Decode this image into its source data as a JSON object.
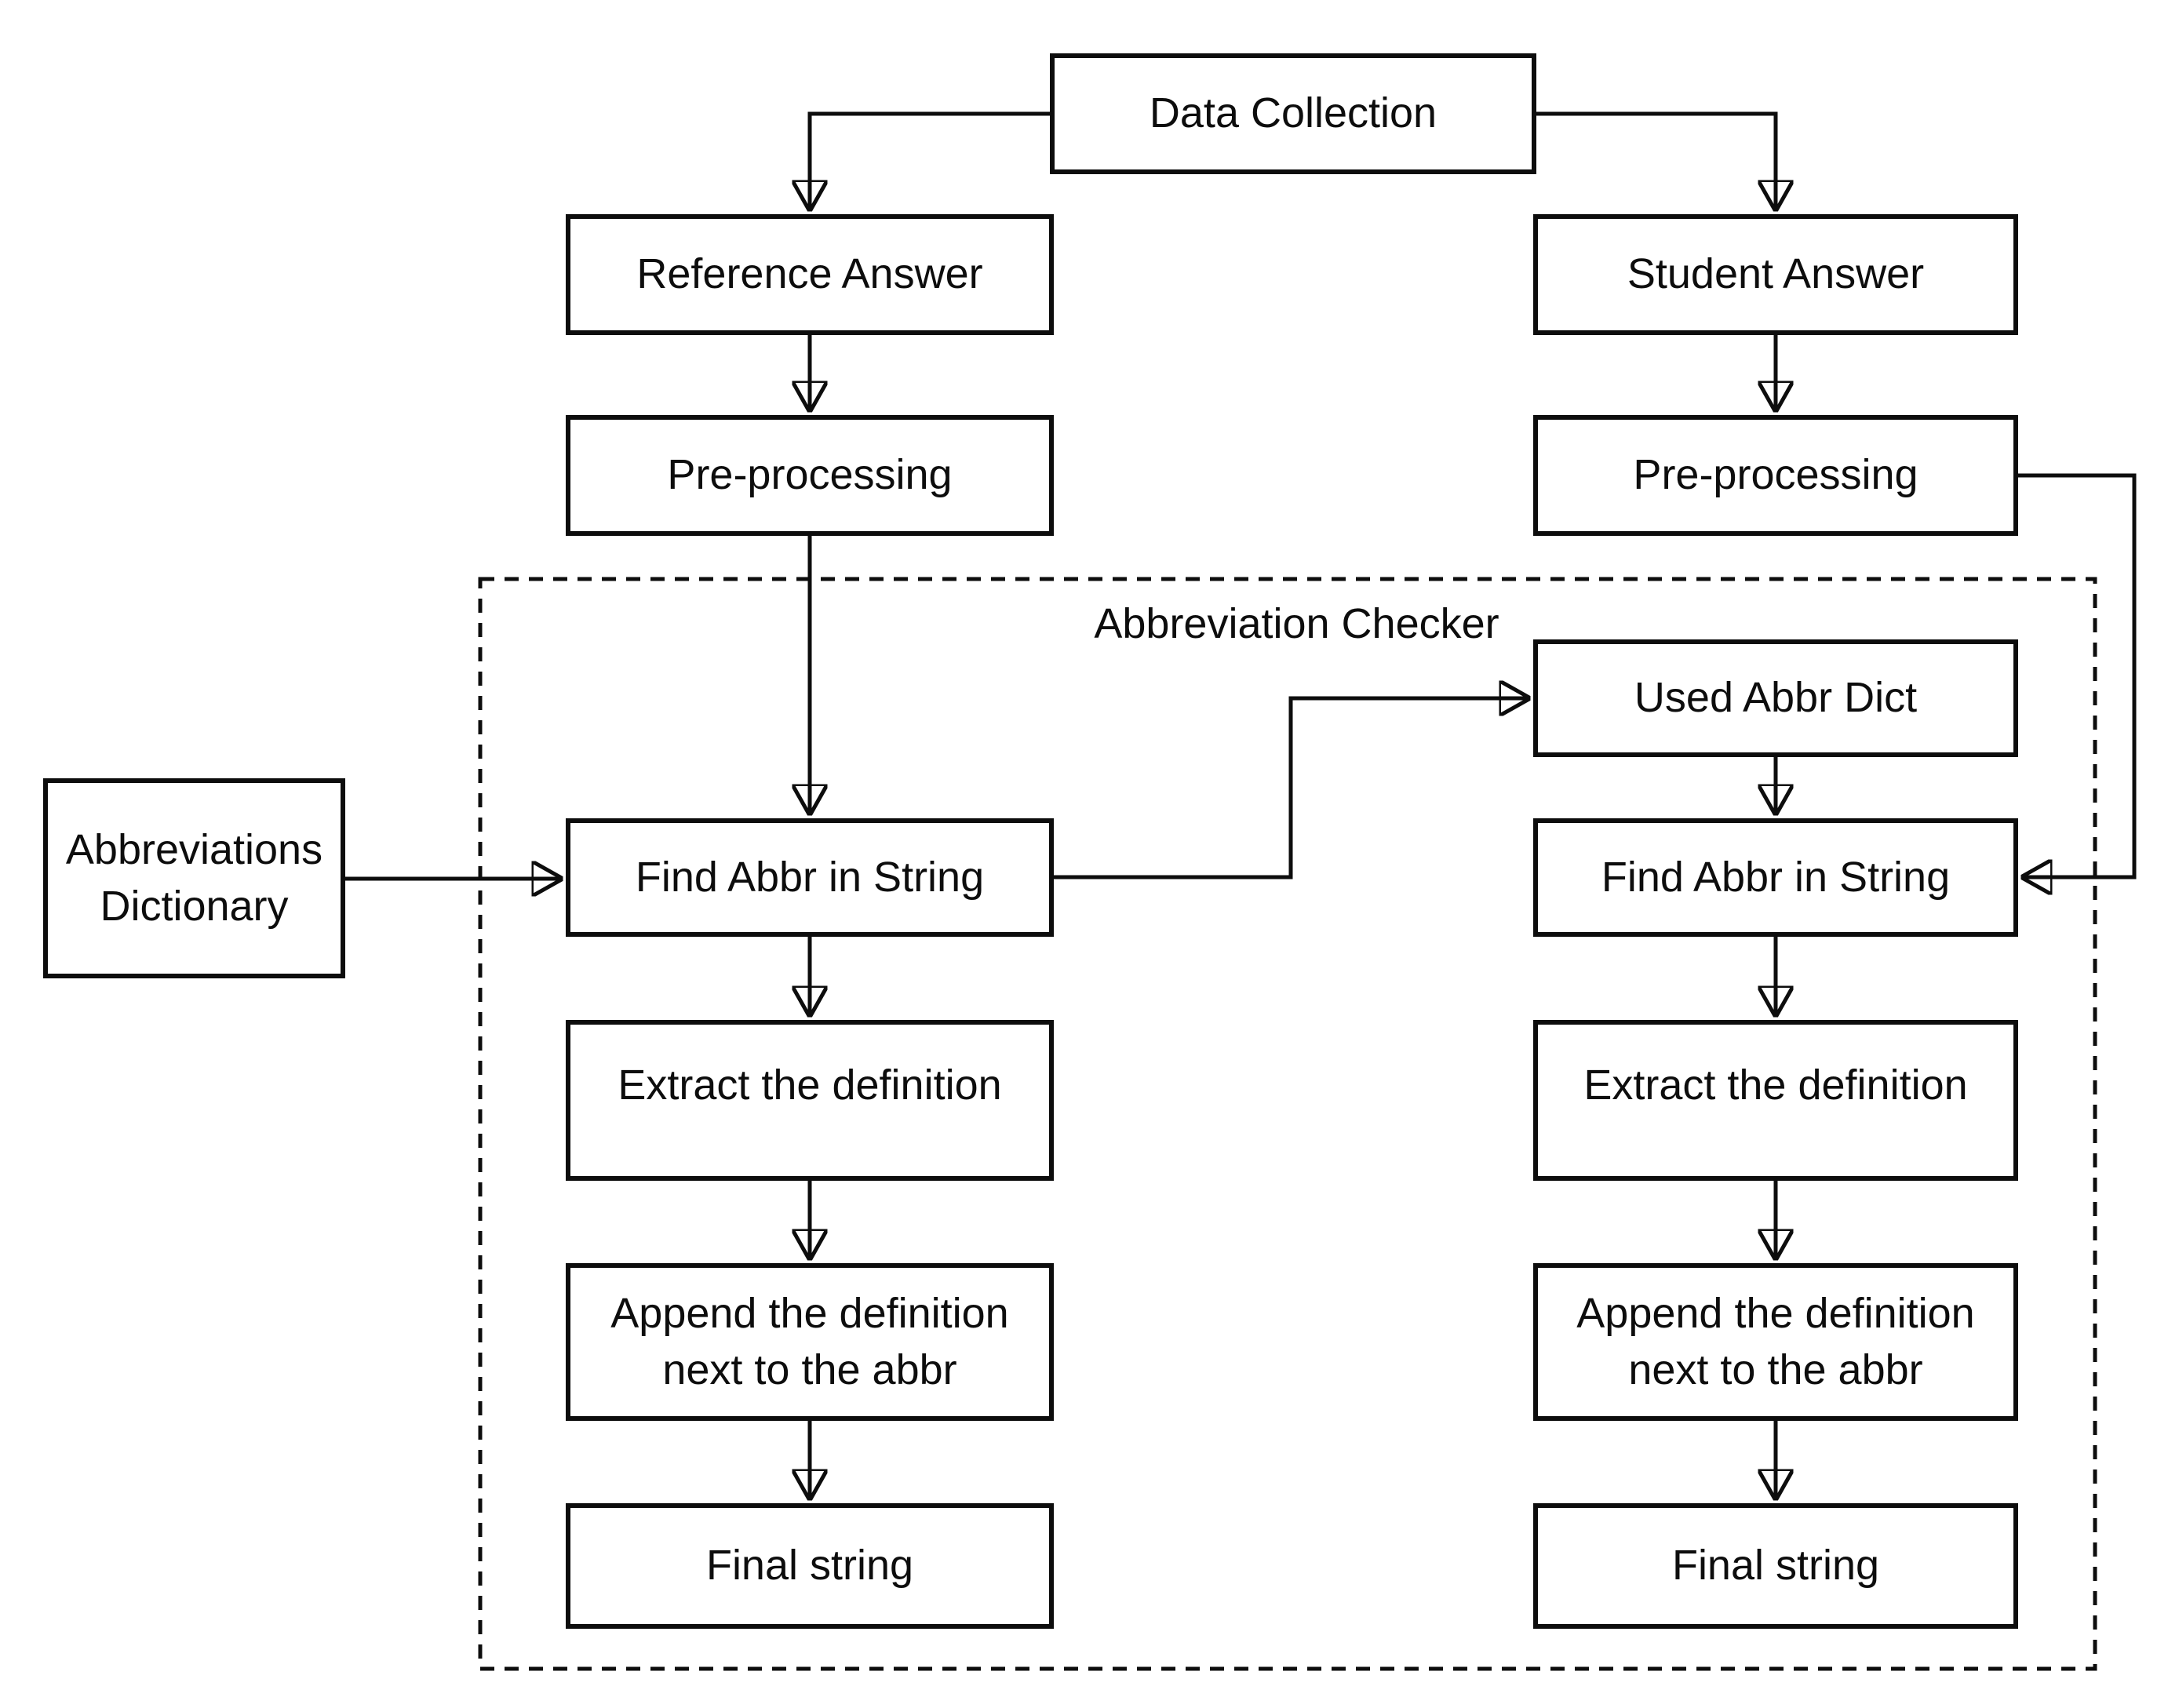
{
  "canvas": {
    "background_color": "#ffffff",
    "ink_color": "#0d0d0d"
  },
  "container": {
    "label": "Abbreviation Checker"
  },
  "nodes": {
    "data_collection": {
      "label": "Data Collection"
    },
    "reference_answer": {
      "label": "Reference Answer"
    },
    "student_answer": {
      "label": "Student Answer"
    },
    "pre_processing_reference": {
      "label": "Pre-processing"
    },
    "pre_processing_student": {
      "label": "Pre-processing"
    },
    "abbreviations_dictionary": {
      "label": "Abbreviations Dictionary"
    },
    "used_abbr_dict": {
      "label": "Used Abbr Dict"
    },
    "find_abbr_reference": {
      "label": "Find Abbr in String"
    },
    "find_abbr_student": {
      "label": "Find Abbr in String"
    },
    "extract_definition_reference": {
      "label": "Extract the definition"
    },
    "extract_definition_student": {
      "label": "Extract the definition"
    },
    "append_definition_reference": {
      "label": "Append the definition next to the abbr"
    },
    "append_definition_student": {
      "label": "Append the definition next to the abbr"
    },
    "final_string_reference": {
      "label": "Final string"
    },
    "final_string_student": {
      "label": "Final string"
    }
  }
}
